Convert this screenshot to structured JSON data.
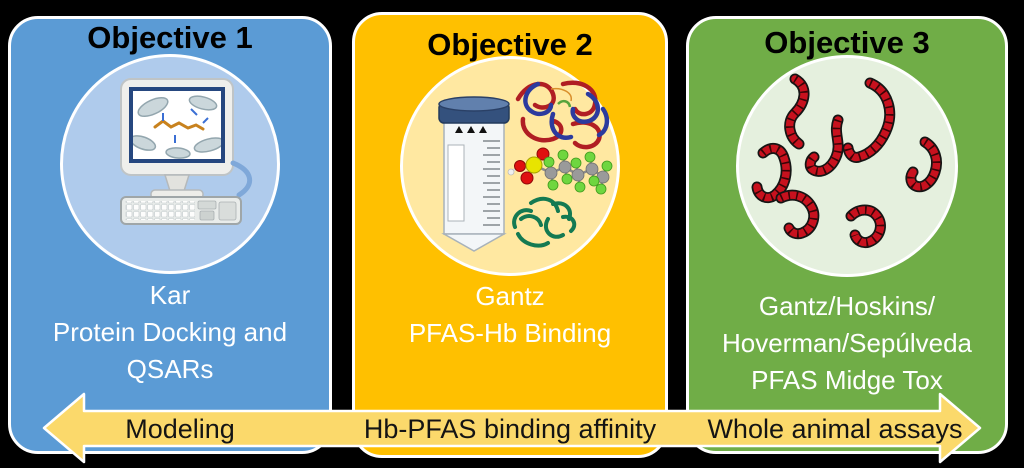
{
  "background_color": "#000000",
  "panels": [
    {
      "title": "Objective 1",
      "color": "#5B9BD5",
      "circle_color": "#AFCBEC",
      "icon": "computer-protein-docking-icon",
      "lines": [
        "Kar",
        "Protein Docking and",
        "QSARs"
      ]
    },
    {
      "title": "Objective 2",
      "color": "#FFC000",
      "circle_color": "#FFE8A1",
      "icon": "falcon-tube-hemoglobin-pfas-icon",
      "lines": [
        "Gantz",
        "PFAS-Hb Binding"
      ]
    },
    {
      "title": "Objective 3",
      "color": "#70AD47",
      "circle_color": "#E5F0DE",
      "icon": "midge-larvae-icon",
      "lines": [
        "Gantz/Hoskins/",
        "Hoverman/Sepúlveda",
        "PFAS Midge Tox"
      ]
    }
  ],
  "arrow": {
    "color": "#FBD96B",
    "border_color": "#FFFFFF",
    "labels": [
      "Modeling",
      "Hb-PFAS binding affinity",
      "Whole animal assays"
    ]
  }
}
